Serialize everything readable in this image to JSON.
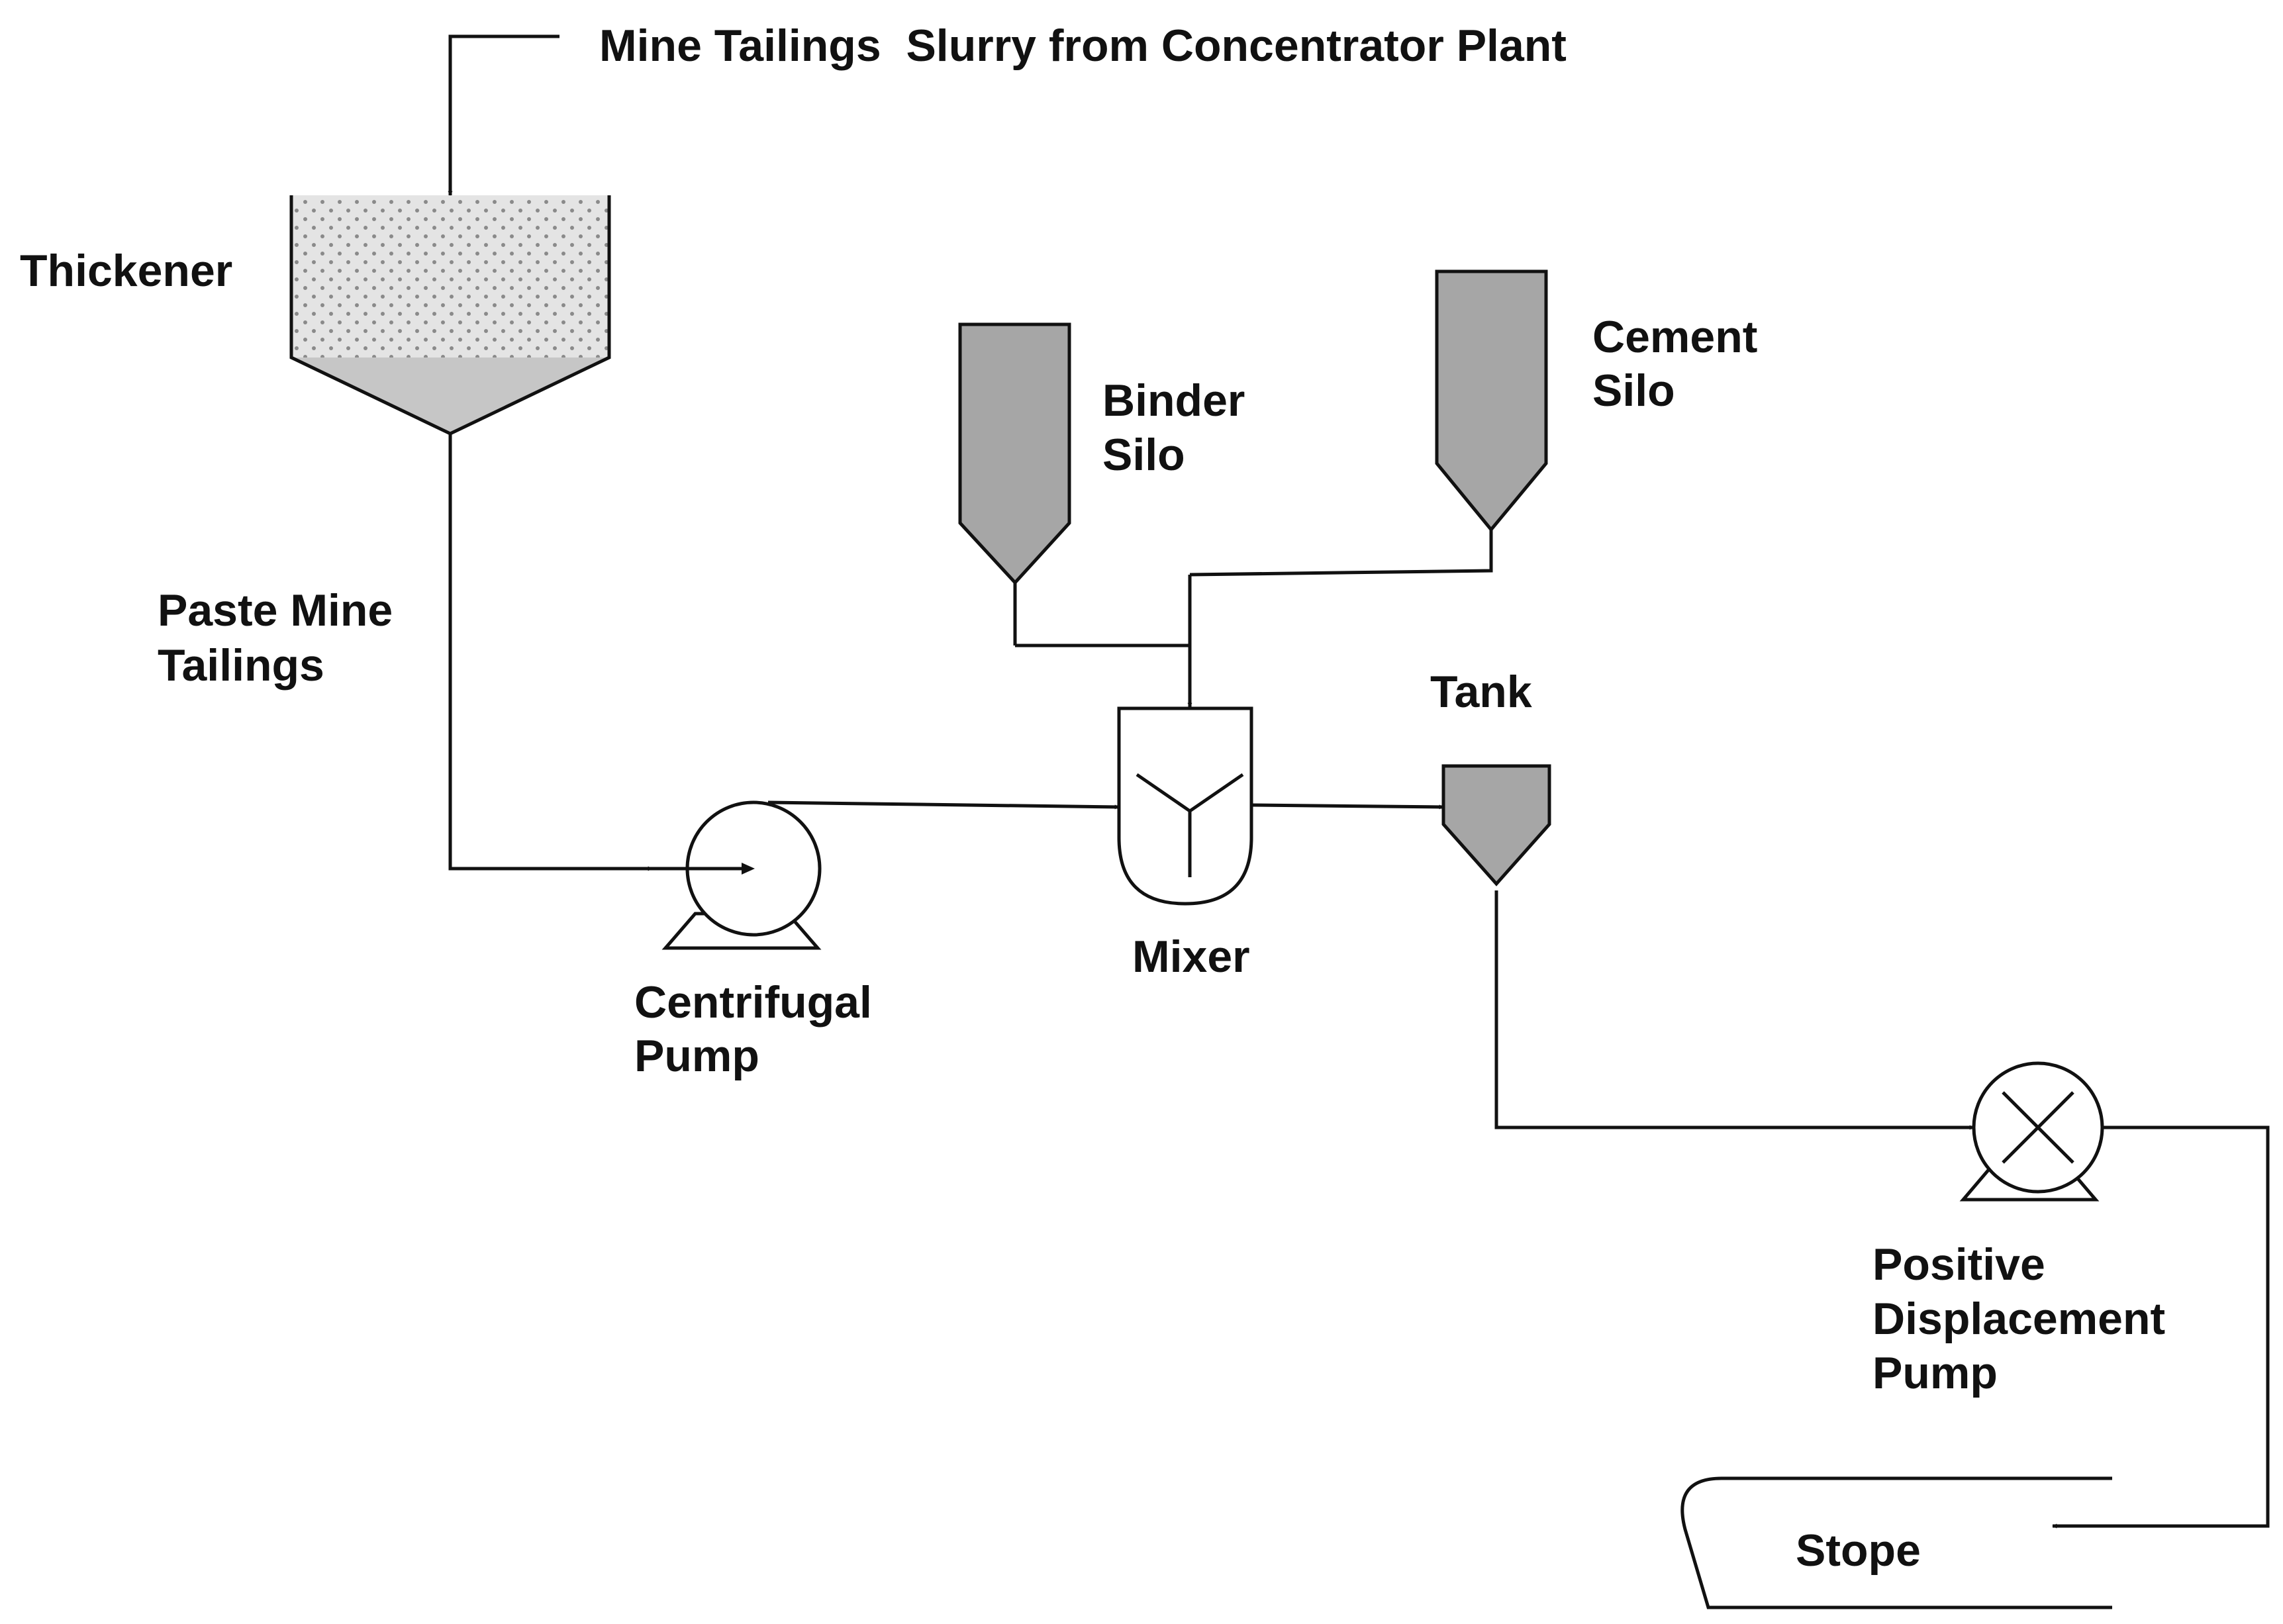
{
  "labels": {
    "source": "Mine Tailings  Slurry from Concentrator Plant",
    "thickener": "Thickener",
    "paste_line1": "Paste Mine",
    "paste_line2": "Tailings",
    "binder_line1": "Binder",
    "binder_line2": "Silo",
    "cement_line1": "Cement",
    "cement_line2": "Silo",
    "tank": "Tank",
    "mixer": "Mixer",
    "centrifugal_line1": "Centrifugal",
    "centrifugal_line2": "Pump",
    "pd_line1": "Positive",
    "pd_line2": "Displacement",
    "pd_line3": "Pump",
    "stope": "Stope"
  },
  "colors": {
    "line": "#111111",
    "silo_fill": "#a6a6a6",
    "cone_fill": "#c6c6c6",
    "liquid_fill": "#e4e4e4",
    "dots": "#8a8a8a"
  }
}
